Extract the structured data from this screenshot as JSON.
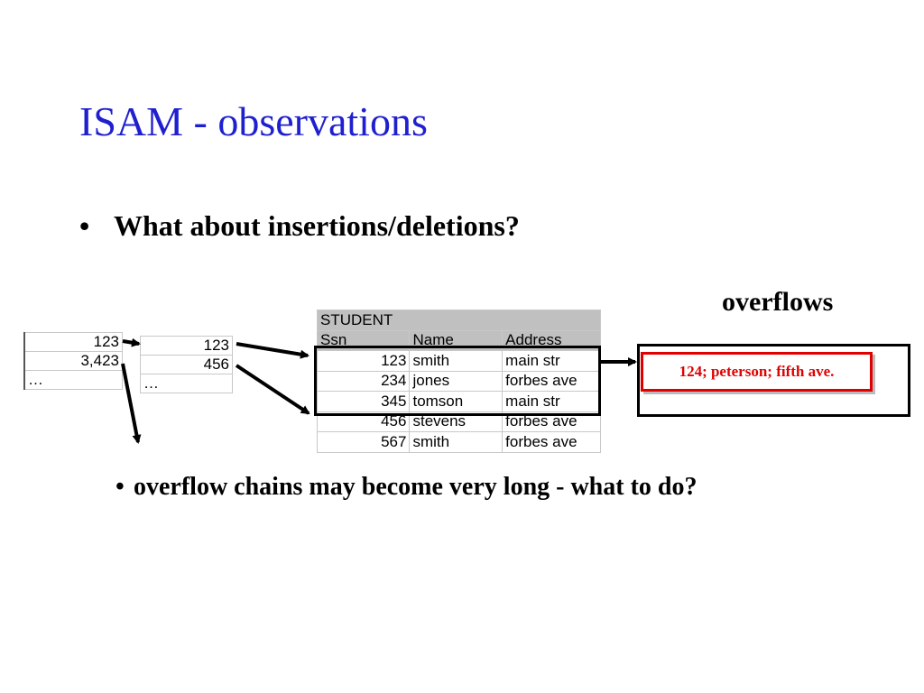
{
  "slide": {
    "title": "ISAM - observations",
    "bullet_glyph": "•",
    "bullet_text": "What about insertions/deletions?",
    "overflows_label": "overflows",
    "sub_bullet_glyph": "•",
    "sub_bullet_text": "overflow chains may become very long  - what to do?"
  },
  "index_root": {
    "rows": [
      "123",
      "3,423",
      "…"
    ]
  },
  "index_level2": {
    "rows": [
      "123",
      "456",
      "…"
    ]
  },
  "student_table": {
    "caption": "STUDENT",
    "headers": [
      "Ssn",
      "Name",
      "Address"
    ],
    "rows": [
      [
        "123",
        "smith",
        "main str"
      ],
      [
        "234",
        "jones",
        "forbes ave"
      ],
      [
        "345",
        "tomson",
        "main str"
      ],
      [
        "456",
        "stevens",
        "forbes ave"
      ],
      [
        "567",
        "smith",
        "forbes ave"
      ]
    ]
  },
  "overflow_record": "124; peterson; fifth ave.",
  "colors": {
    "title": "#1f1fd0",
    "record_border": "#e00000",
    "header_bg": "#c0c0c0"
  }
}
